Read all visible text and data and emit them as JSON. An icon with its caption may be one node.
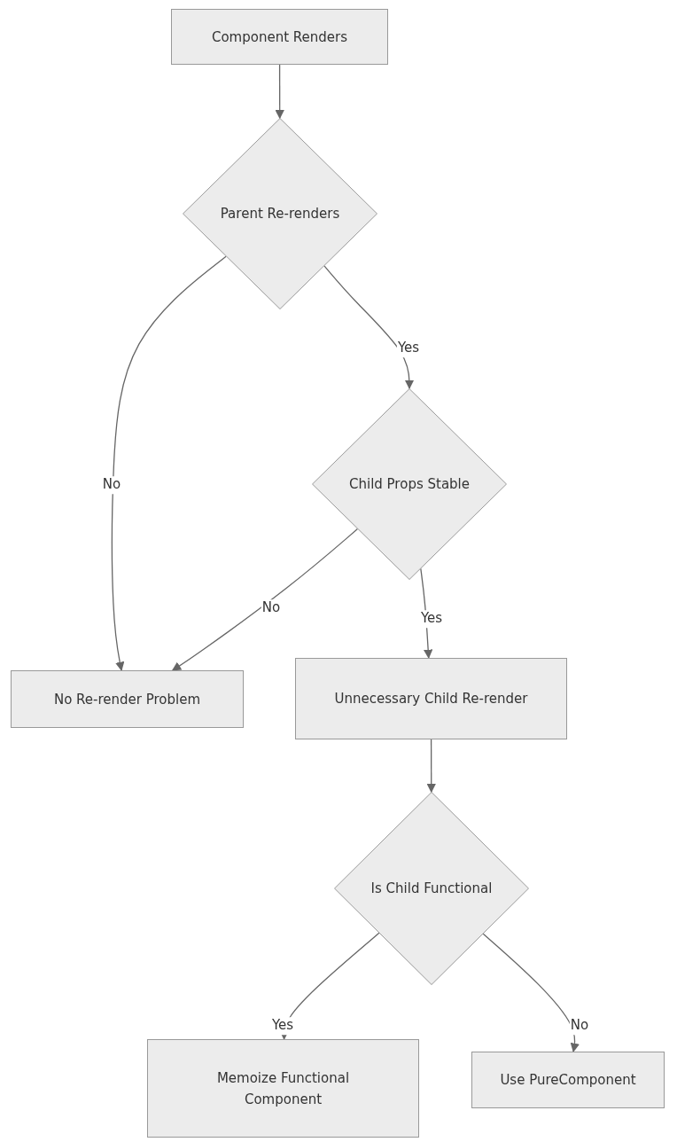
{
  "diagram": {
    "nodes": [
      {
        "text": [
          "Component Renders"
        ]
      },
      {
        "text": [
          "Parent Re-renders"
        ]
      },
      {
        "text": [
          "Child Props Stable"
        ]
      },
      {
        "text": [
          "No Re-render Problem"
        ]
      },
      {
        "text": [
          "Unnecessary Child Re-render"
        ]
      },
      {
        "text": [
          "Is Child Functional"
        ]
      },
      {
        "text": [
          "Memoize Functional Component"
        ]
      },
      {
        "text": [
          "Use PureComponent"
        ]
      }
    ],
    "edges": [
      {
        "from": 0,
        "to": 1,
        "arrow": "to"
      },
      {
        "from": 1,
        "to": 3,
        "arrow": "to",
        "label": "No"
      },
      {
        "from": 1,
        "to": 2,
        "arrow": "to",
        "label": "Yes"
      },
      {
        "from": 2,
        "to": 3,
        "arrow": "to",
        "label": "No"
      },
      {
        "from": 2,
        "to": 4,
        "arrow": "to",
        "label": "Yes"
      },
      {
        "from": 4,
        "to": 5,
        "arrow": "to"
      },
      {
        "from": 5,
        "to": 6,
        "arrow": "to",
        "label": "Yes"
      },
      {
        "from": 5,
        "to": 7,
        "arrow": "to",
        "label": "No"
      }
    ]
  }
}
